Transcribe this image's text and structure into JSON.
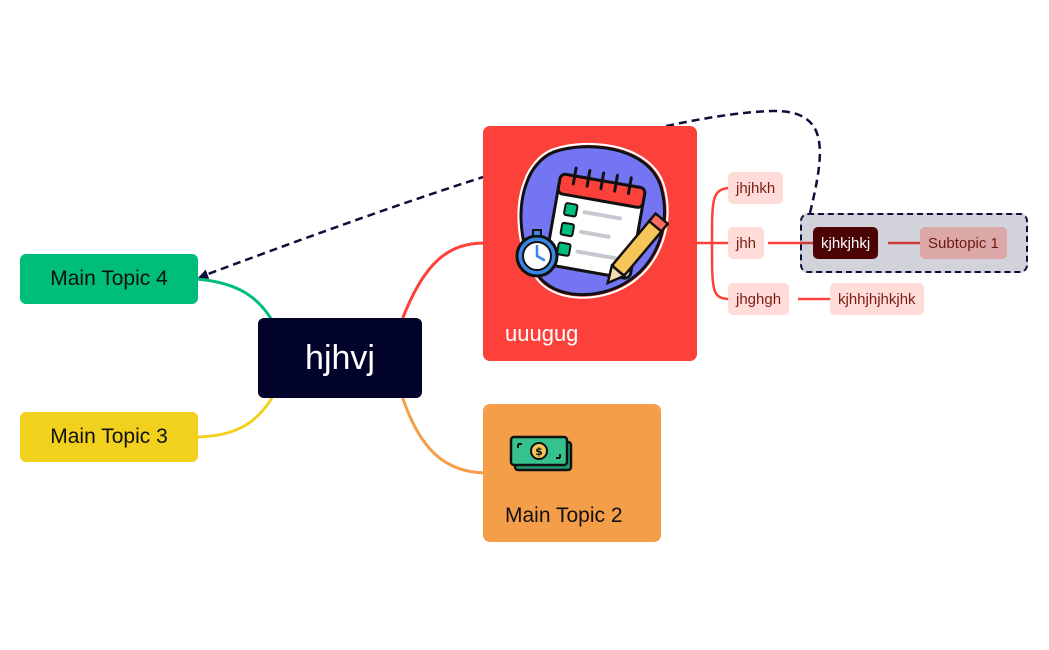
{
  "mindmap": {
    "central": {
      "label": "hjhvj"
    },
    "main_topics": [
      {
        "id": "uuugug",
        "label": "uuugug",
        "color": "#fb4139",
        "image": "calendar-checklist-icon"
      },
      {
        "id": "mt2",
        "label": "Main Topic 2",
        "color": "#f59e4a",
        "image": "money-bills-icon"
      },
      {
        "id": "mt3",
        "label": "Main Topic 3",
        "color": "#f1d01e"
      },
      {
        "id": "mt4",
        "label": "Main Topic 4",
        "color": "#00bd7a"
      }
    ],
    "subtopics": [
      {
        "label": "jhjhkh"
      },
      {
        "label": "jhh"
      },
      {
        "label": "jhghgh"
      },
      {
        "label": "kjhkjhkj"
      },
      {
        "label": "Subtopic 1"
      },
      {
        "label": "kjhhjhjhkjhk"
      }
    ]
  },
  "colors": {
    "central_bg": "#02032a",
    "branch_red": "#fb4139",
    "branch_orange": "#f59e4a",
    "branch_green": "#00bd7a",
    "branch_yellow": "#f1d01e",
    "relationship_line": "#0d0f3a"
  }
}
